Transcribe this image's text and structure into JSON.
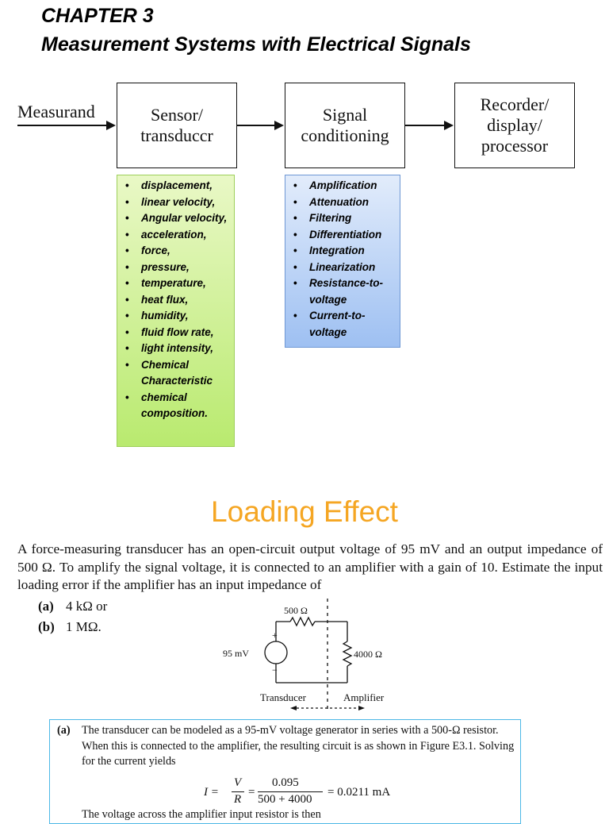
{
  "header": {
    "chapter": "CHAPTER 3",
    "subtitle": "Measurement Systems with Electrical Signals"
  },
  "block_diagram": {
    "input_label": "Measurand",
    "blocks": [
      {
        "line1": "Sensor/",
        "line2": "transduccr",
        "line3": ""
      },
      {
        "line1": "Signal",
        "line2": "conditioning",
        "line3": ""
      },
      {
        "line1": "Recorder/",
        "line2": "display/",
        "line3": "processor"
      }
    ]
  },
  "sensor_list": [
    "displacement,",
    "linear velocity,",
    "Angular velocity,",
    "acceleration,",
    "force,",
    "pressure,",
    "temperature,",
    "heat flux,",
    "humidity,",
    "fluid flow rate,",
    "light intensity,",
    "Chemical Characteristic",
    "chemical composition."
  ],
  "conditioning_list": [
    "Amplification",
    "Attenuation",
    "Filtering",
    "Differentiation",
    "Integration",
    "Linearization",
    "Resistance-to-voltage",
    "Current-to-voltage"
  ],
  "loading_effect": {
    "title": "Loading Effect",
    "problem": "A force-measuring transducer has an open-circuit output voltage of 95 mV and an output impedance of 500 Ω. To amplify the signal voltage, it is connected to an amplifier with a gain of 10. Estimate the input loading error if the amplifier has an input impedance of",
    "part_a_label": "(a)",
    "part_a_text": "4 kΩ or",
    "part_b_label": "(b)",
    "part_b_text": "1 MΩ."
  },
  "circuit": {
    "series_resistor": "500 Ω",
    "load_resistor": "4000 Ω",
    "source": "95 mV",
    "plus": "+",
    "minus": "−",
    "left_label": "Transducer",
    "right_label": "Amplifier"
  },
  "solution": {
    "label": "(a)",
    "text": "The transducer can be modeled as a 95-mV voltage generator in series with a 500-Ω resistor. When this is connected to the amplifier, the resulting circuit is as shown in Figure E3.1. Solving for the current yields",
    "formula_I": "I =",
    "formula_V": "V",
    "formula_R": "R",
    "formula_eq": "=",
    "formula_num": "0.095",
    "formula_den": "500 + 4000",
    "formula_result": "= 0.0211 mA",
    "next_line": "The voltage across the amplifier input resistor is then"
  }
}
